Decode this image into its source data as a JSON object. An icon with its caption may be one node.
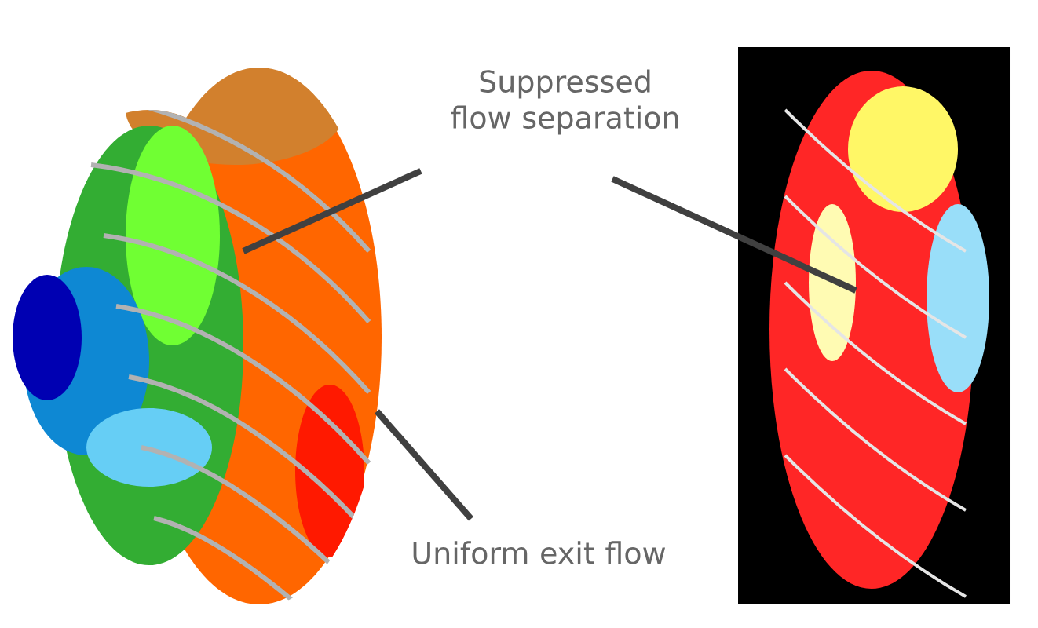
{
  "diagram": {
    "nodes": [
      {
        "text": [
          "Suppressed flow separation"
        ]
      },
      {
        "text": [],
        "shape": "picture"
      },
      {
        "text": [],
        "shape": "picture"
      },
      {
        "text": [
          "Uniform exit flow"
        ]
      }
    ],
    "edges": [
      {
        "from": 0,
        "to": 1,
        "arrow": "none"
      },
      {
        "from": 0,
        "to": 2,
        "arrow": "none"
      },
      {
        "from": 3,
        "to": 1,
        "arrow": "none"
      }
    ]
  }
}
